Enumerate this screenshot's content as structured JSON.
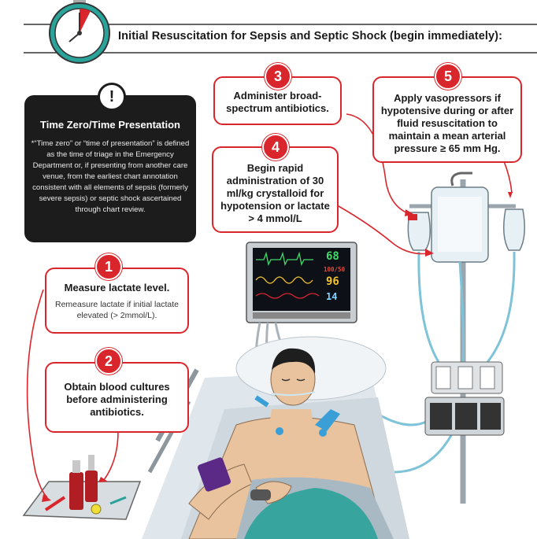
{
  "title": "Initial Resuscitation for Sepsis and Septic Shock (begin immediately):",
  "time_zero": {
    "icon": "exclamation-icon",
    "heading": "Time Zero/Time Presentation",
    "body": "*“Time zero” or “time of presentation” is defined as the time of triage in the Emergency Department or, if presenting from another care venue, from the earliest chart annotation consistent with all elements of sepsis (formerly severe sepsis) or septic shock ascertained through chart review."
  },
  "steps": [
    {
      "number": "1",
      "heading": "Measure lactate level.",
      "detail": "Remeasure lactate if initial lactate elevated (> 2mmol/L)."
    },
    {
      "number": "2",
      "heading": "Obtain blood cultures before administering antibiotics."
    },
    {
      "number": "3",
      "heading": "Administer broad-spectrum antibiotics."
    },
    {
      "number": "4",
      "heading": "Begin rapid administration of 30 ml/kg crystalloid for hypotension or lactate > 4 mmol/L"
    },
    {
      "number": "5",
      "heading": "Apply vasopressors if hypotensive during or after fluid resuscitation to maintain a mean arterial pressure ≥ 65 mm Hg."
    }
  ],
  "monitor": {
    "hr": "68",
    "bp": "100/50",
    "spo2": "96",
    "rr": "14"
  },
  "colors": {
    "accent": "#d9262c",
    "dark": "#1c1c1c",
    "skin": "#e8c39e",
    "sheet": "#e9eef2",
    "teal": "#2aa39a"
  }
}
